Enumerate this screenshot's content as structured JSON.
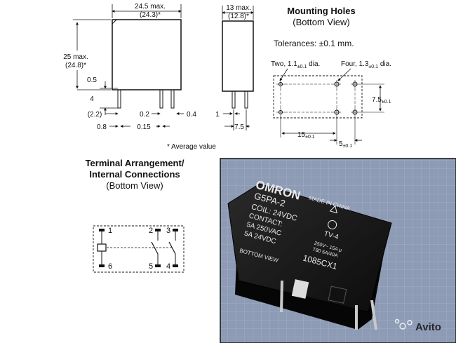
{
  "dimensions": {
    "width_max": "24.5 max.",
    "width_avg": "(24.3)*",
    "depth_max": "13 max.",
    "depth_avg": "(12.8)*",
    "height_max": "25 max.",
    "height_avg": "(24.8)*",
    "d_0_5": "0.5",
    "d_4": "4",
    "d_2_2": "(2.2)",
    "d_0_2": "0.2",
    "d_0_4": "0.4",
    "d_0_8": "0.8",
    "d_0_15": "0.15",
    "d_1": "1",
    "d_7_5": "7.5",
    "footnote": "* Average value"
  },
  "mounting_holes": {
    "title": "Mounting Holes",
    "subtitle": "(Bottom View)",
    "tolerance": "Tolerances: ±0.1 mm.",
    "two_label": "Two, 1.1",
    "two_tol": "±0.1",
    "two_suffix": " dia.",
    "four_label": "Four, 1.3",
    "four_tol": "±0.1",
    "four_suffix": " dia.",
    "dim_7_5": "7.5",
    "dim_7_5_tol": "±0.1",
    "dim_15": "15",
    "dim_15_tol": "±0.1",
    "dim_5": "5",
    "dim_5_tol": "±0.1"
  },
  "terminal": {
    "title_line1": "Terminal Arrangement/",
    "title_line2": "Internal Connections",
    "subtitle": "(Bottom View)",
    "pin1": "1",
    "pin2": "2",
    "pin3": "3",
    "pin4": "4",
    "pin5": "5",
    "pin6": "6"
  },
  "photo": {
    "brand": "OMRON",
    "made_in": "MADE IN CHINA",
    "model": "G5PA-2",
    "coil": "COIL: 24VDC",
    "contact": "CONTACT:",
    "rating1": "5A 250VAC",
    "rating2": "5A 24VDC",
    "tv": "TV-4",
    "ul_line1": "250V~ 15A μ",
    "ul_line2": "T80 5A/40A",
    "bottom_view": "BOTTOM VIEW",
    "code": "1085CX1",
    "watermark": "Avito"
  },
  "colors": {
    "line": "#111111",
    "photo_bg": "#7a8aa5",
    "relay": "#161616"
  }
}
